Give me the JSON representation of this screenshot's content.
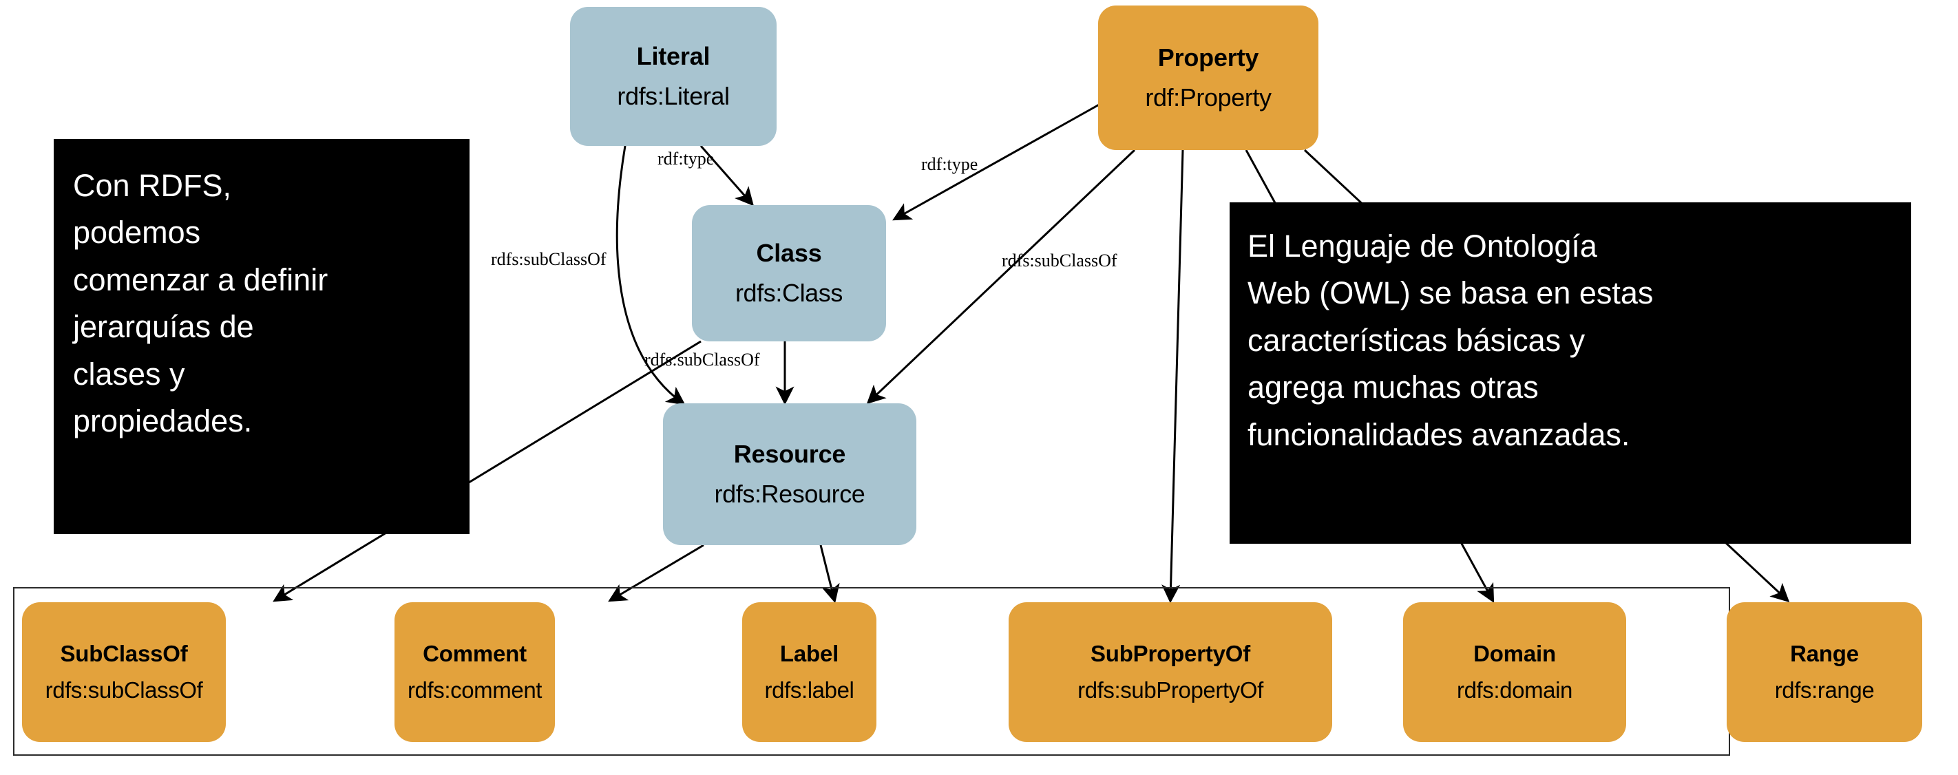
{
  "diagram": {
    "title": "RDFS / OWL core vocabulary diagram",
    "colors": {
      "class_node": "#a8c4d0",
      "property_node": "#e3a23c",
      "callout_bg": "#000000",
      "callout_text": "#ffffff",
      "edge": "#000000",
      "frame_border": "#2b2b2b",
      "canvas": "#ffffff"
    },
    "nodes": [
      {
        "id": "literal",
        "title": "Literal",
        "uri": "rdfs:Literal",
        "kind": "class"
      },
      {
        "id": "property",
        "title": "Property",
        "uri": "rdf:Property",
        "kind": "property"
      },
      {
        "id": "class",
        "title": "Class",
        "uri": "rdfs:Class",
        "kind": "class"
      },
      {
        "id": "resource",
        "title": "Resource",
        "uri": "rdfs:Resource",
        "kind": "class"
      },
      {
        "id": "subclassof",
        "title": "SubClassOf",
        "uri": "rdfs:subClassOf",
        "kind": "property"
      },
      {
        "id": "comment",
        "title": "Comment",
        "uri": "rdfs:comment",
        "kind": "property"
      },
      {
        "id": "label",
        "title": "Label",
        "uri": "rdfs:label",
        "kind": "property"
      },
      {
        "id": "subpropertyof",
        "title": "SubPropertyOf",
        "uri": "rdfs:subPropertyOf",
        "kind": "property"
      },
      {
        "id": "domain",
        "title": "Domain",
        "uri": "rdfs:domain",
        "kind": "property"
      },
      {
        "id": "range",
        "title": "Range",
        "uri": "rdfs:range",
        "kind": "property"
      }
    ],
    "edge_labels": [
      {
        "id": "l1",
        "text": "rdf:type"
      },
      {
        "id": "l2",
        "text": "rdf:type"
      },
      {
        "id": "l3",
        "text": "rdfs:subClassOf"
      },
      {
        "id": "l4",
        "text": "rdfs:subClassOf"
      },
      {
        "id": "l5",
        "text": "rdfs:subClassOf"
      }
    ],
    "edges": [
      {
        "from": "literal",
        "to": "class",
        "label": "rdf:type"
      },
      {
        "from": "literal",
        "to": "resource",
        "label": "rdfs:subClassOf"
      },
      {
        "from": "property",
        "to": "class",
        "label": "rdf:type"
      },
      {
        "from": "property",
        "to": "resource",
        "label": "rdfs:subClassOf"
      },
      {
        "from": "class",
        "to": "resource",
        "label": "rdfs:subClassOf"
      },
      {
        "from": "class",
        "to": "subclassof",
        "label": ""
      },
      {
        "from": "resource",
        "to": "comment",
        "label": ""
      },
      {
        "from": "resource",
        "to": "label",
        "label": ""
      },
      {
        "from": "property",
        "to": "subpropertyof",
        "label": ""
      },
      {
        "from": "property",
        "to": "domain",
        "label": ""
      },
      {
        "from": "property",
        "to": "range",
        "label": ""
      }
    ],
    "callouts": [
      {
        "id": "callout-left",
        "text": "Con RDFS,\npodemos\ncomenzar a definir\njerarquías de\nclases y\npropiedades."
      },
      {
        "id": "callout-right",
        "text": "El Lenguaje de Ontología\nWeb (OWL) se basa en estas\ncaracterísticas básicas y\nagrega muchas otras\nfuncionalidades avanzadas."
      }
    ]
  }
}
